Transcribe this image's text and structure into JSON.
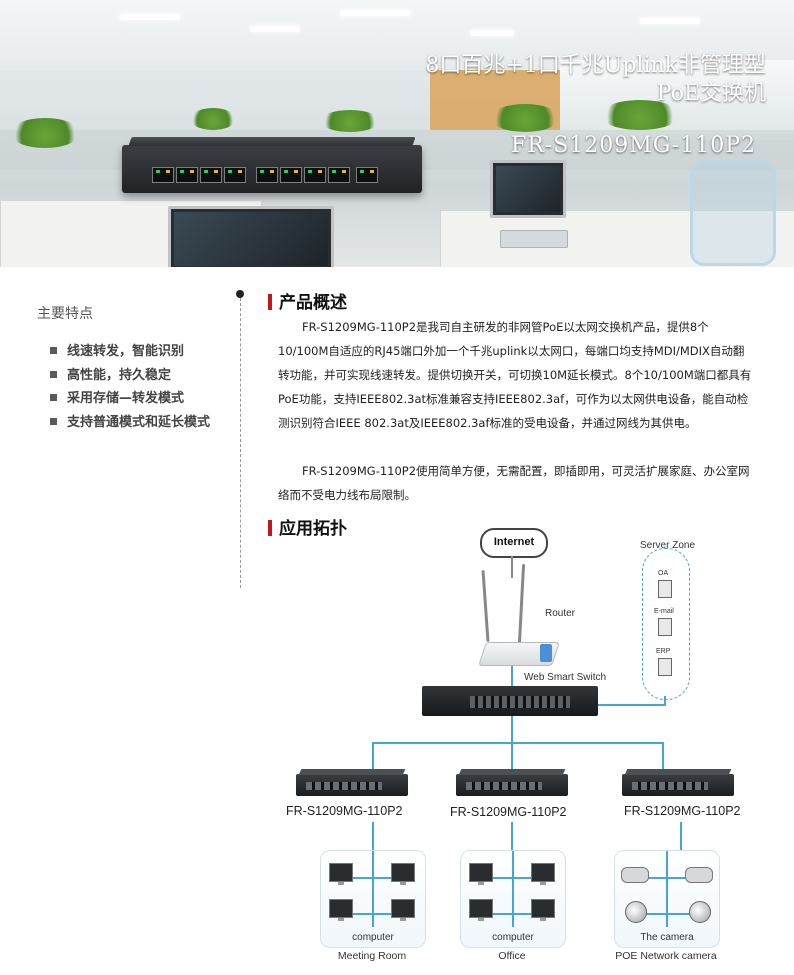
{
  "banner": {
    "title_line1": "8口百兆+1口千兆Uplink非管理型",
    "title_line2": "PoE交换机",
    "model": "FR-S1209MG-110P2"
  },
  "features": {
    "title": "主要特点",
    "items": [
      "线速转发，智能识别",
      "高性能，持久稳定",
      "采用存储—转发模式",
      "支持普通模式和延长模式"
    ]
  },
  "overview": {
    "heading": "产品概述",
    "para1": "FR-S1209MG-110P2是我司自主研发的非网管PoE以太网交换机产品，提供8个10/100M自适应的RJ45端口外加一个千兆uplink以太网口，每端口均支持MDI/MDIX自动翻转功能，并可实现线速转发。提供切换开关，可切换10M延长模式。8个10/100M端口都具有PoE功能，支持IEEE802.3at标准兼容支持IEEE802.3af，可作为以太网供电设备，能自动检测识别符合IEEE 802.3at及IEEE802.3af标准的受电设备，并通过网线为其供电。",
    "para2": "FR-S1209MG-110P2使用简单方便，无需配置，即插即用，可灵活扩展家庭、办公室网络而不受电力线布局限制。"
  },
  "topology": {
    "heading": "应用拓扑",
    "internet": "Internet",
    "router": "Router",
    "server_zone": "Server Zone",
    "servers": [
      "OA",
      "E-mail",
      "ERP"
    ],
    "core_switch": "Web Smart Switch",
    "edge_switches": [
      "FR-S1209MG-110P2",
      "FR-S1209MG-110P2",
      "FR-S1209MG-110P2"
    ],
    "groups": [
      {
        "inner": "computer",
        "name": "Meeting Room"
      },
      {
        "inner": "computer",
        "name": "Office"
      },
      {
        "inner": "The camera",
        "name": "POE Network camera"
      }
    ]
  },
  "colors": {
    "accent": "#c3161c",
    "link_line": "#43a6d6"
  }
}
